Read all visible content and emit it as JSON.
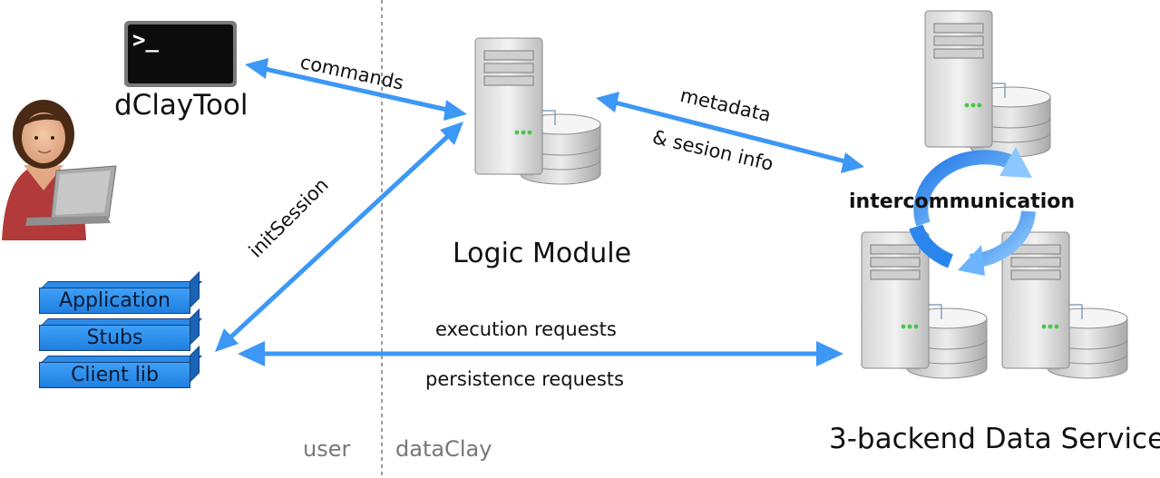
{
  "zones": {
    "left": "user",
    "right": "dataClay"
  },
  "tool": {
    "prompt_glyph": ">_",
    "name": "dClayTool"
  },
  "logic_module": {
    "name": "Logic Module"
  },
  "data_service": {
    "name": "3-backend Data Service",
    "intercom_label": "intercommunication"
  },
  "client_stack": {
    "layers": [
      "Application",
      "Stubs",
      "Client lib"
    ]
  },
  "arrows": {
    "commands": "commands",
    "init_session": "initSession",
    "metadata_line1": "metadata",
    "metadata_line2": "& sesion info",
    "execution": "execution requests",
    "persistence": "persistence requests"
  },
  "colors": {
    "arrow": "#3d97f5",
    "stack": "#2d8ae8",
    "divider": "#9a9a9a",
    "zone_text": "#777777"
  }
}
